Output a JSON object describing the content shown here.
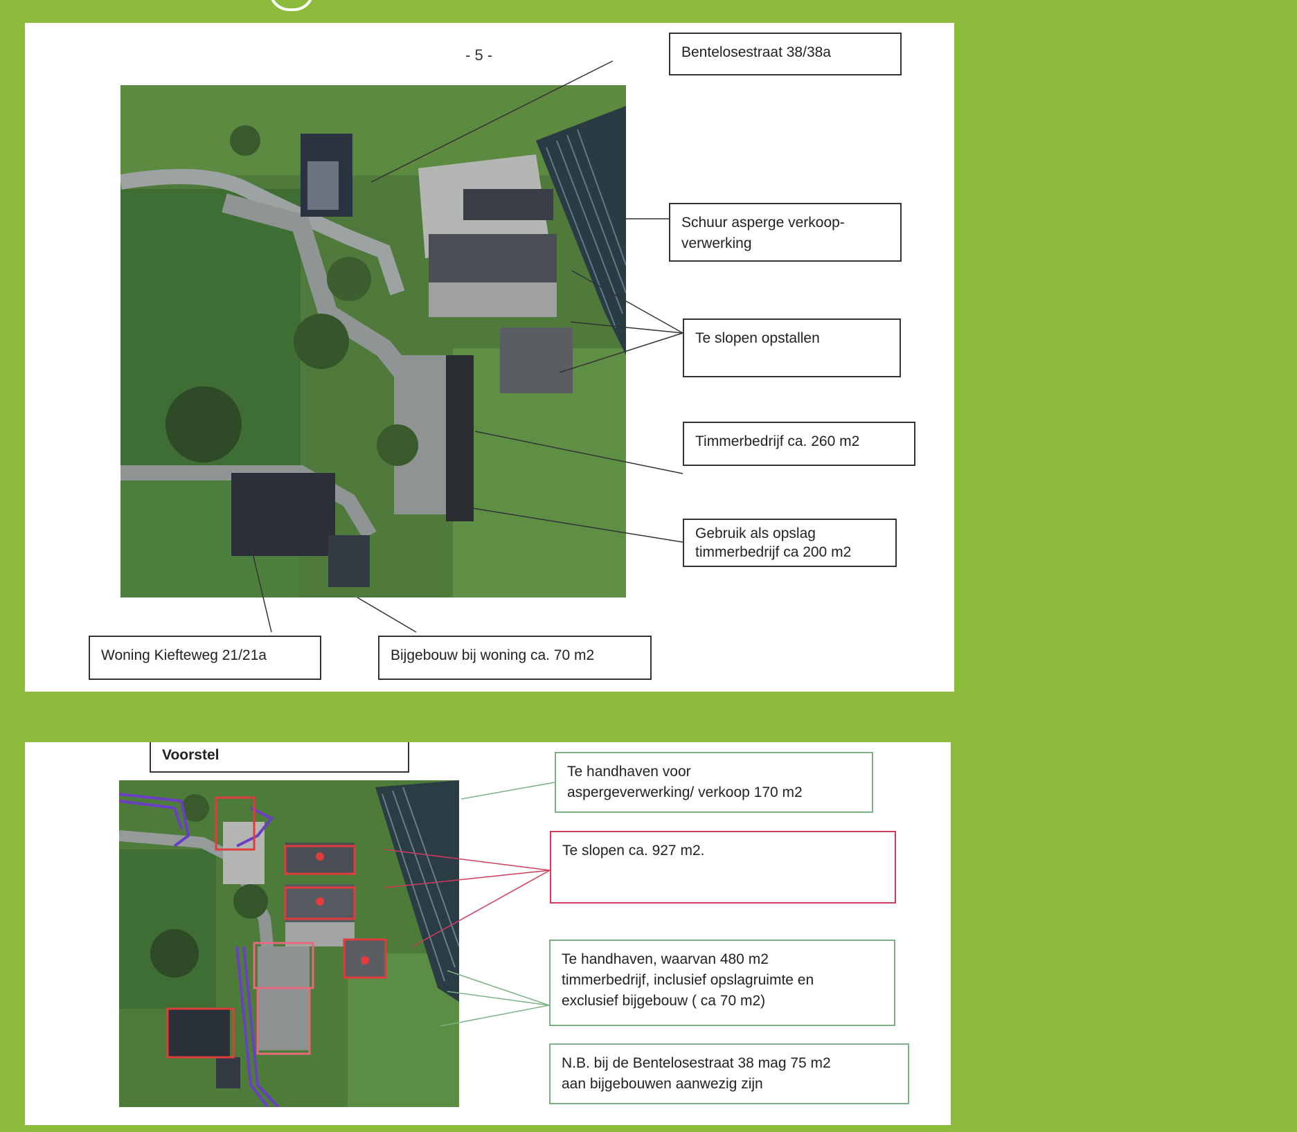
{
  "top_panel": {
    "page_number": "- 5 -",
    "labels": {
      "bentelosestraat": "Bentelosestraat 38/38a",
      "schuur": "Schuur asperge verkoop-\nverwerking",
      "te_slopen": "Te slopen opstallen",
      "timmerbedrijf": "Timmerbedrijf ca. 260 m2",
      "gebruik": "Gebruik als opslag\ntimmerbedrijf ca 200 m2",
      "woning": "Woning Kiefteweg 21/21a",
      "bijgebouw": "Bijgebouw bij woning ca. 70 m2"
    }
  },
  "bottom_panel": {
    "labels": {
      "voorstel": "Voorstel",
      "handhaven_asperge": "Te handhaven voor\naspergeverwerking/ verkoop 170 m2",
      "te_slopen": "Te slopen ca.  927 m2.",
      "handhaven_timmer": "Te  handhaven, waarvan 480 m2\ntimmerbedrijf, inclusief opslagruimte en\nexclusief bijgebouw ( ca 70 m2)",
      "nb": "N.B. bij de Bentelosestraat 38 mag 75 m2\naan bijgebouwen aanwezig zijn"
    }
  },
  "colors": {
    "background": "#8dbb3c",
    "panel": "#ffffff",
    "callout_green": "#7bb184",
    "callout_red": "#d23b5b",
    "boundary_purple": "#6a3fc4"
  }
}
